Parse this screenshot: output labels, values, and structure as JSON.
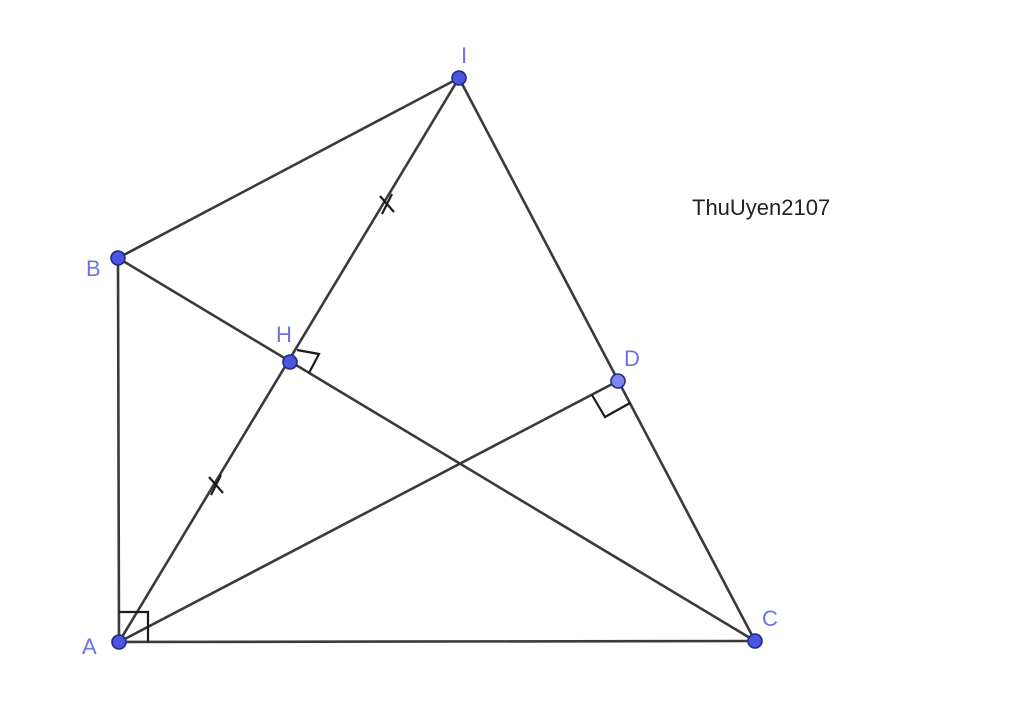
{
  "colors": {
    "segment": "#3a3a3a",
    "point_fill": "#4a55e0",
    "point_fill_light": "#7f86ee",
    "label": "#6b73e6",
    "watermark": "#222222"
  },
  "points": {
    "A": {
      "label": "A"
    },
    "B": {
      "label": "B"
    },
    "C": {
      "label": "C"
    },
    "D": {
      "label": "D"
    },
    "H": {
      "label": "H"
    },
    "I": {
      "label": "I"
    }
  },
  "segments": [
    "AB",
    "AC",
    "BC",
    "BI",
    "AI",
    "IC",
    "AD"
  ],
  "right_angles": [
    "BAC",
    "AHB",
    "ADC"
  ],
  "equal_marks": [
    "AH",
    "HI"
  ],
  "watermark": "ThuUyen2107"
}
